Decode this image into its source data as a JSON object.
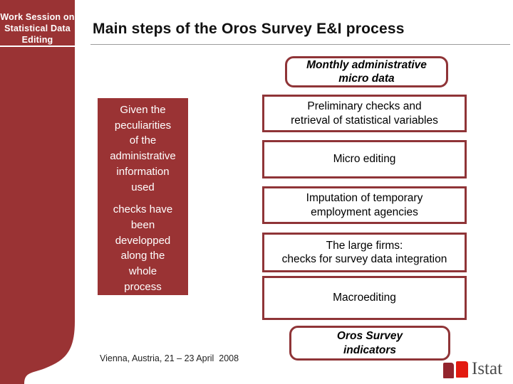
{
  "colors": {
    "brand_red": "#9a3334",
    "box_border_red": "#8f3437",
    "title_rule_gray": "#9b9b9b",
    "logo_dark_red": "#93242d",
    "logo_bright_red": "#e31a10",
    "logo_text_gray": "#4d4d4d"
  },
  "sidebar": {
    "title": "Work Session on\nStatistical Data\nEditing"
  },
  "header": {
    "title": "Main steps of the Oros Survey E&I process"
  },
  "left_note": {
    "para1": "Given the\npeculiarities\nof the\nadministrative\ninformation\nused",
    "para2": "checks have\nbeen\ndevelopped\nalong the\nwhole\nprocess"
  },
  "flow": {
    "source_box": {
      "label": "Monthly administrative\nmicro data"
    },
    "steps": [
      {
        "label": "Preliminary checks and\nretrieval of statistical variables"
      },
      {
        "label": "Micro editing"
      },
      {
        "label": "Imputation of temporary\nemployment agencies"
      },
      {
        "label": "The large firms:\nchecks for survey data integration"
      },
      {
        "label": "Macroediting"
      }
    ],
    "result_box": {
      "label": "Oros Survey\nindicators"
    }
  },
  "footer": {
    "venue": "Vienna, Austria, 21 – 23 April  2008"
  },
  "logo": {
    "text": "Istat"
  }
}
